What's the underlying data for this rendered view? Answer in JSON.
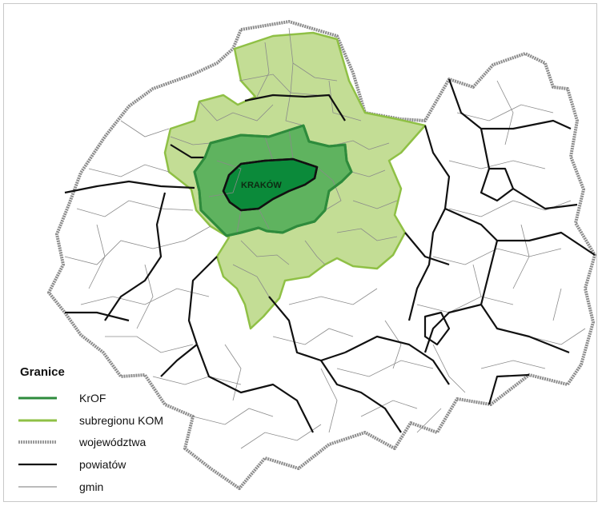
{
  "map": {
    "city_label": "KRAKÓW"
  },
  "legend": {
    "title": "Granice",
    "items": [
      {
        "label": "KrOF",
        "style": "krof",
        "color": "#2e8b3c"
      },
      {
        "label": "subregionu KOM",
        "style": "kom",
        "color": "#8fc045"
      },
      {
        "label": "województwa",
        "style": "voivodeship",
        "color": "#9a9a9a"
      },
      {
        "label": "powiatów",
        "style": "county",
        "color": "#111111"
      },
      {
        "label": "gmin",
        "style": "commune",
        "color": "#777777"
      }
    ]
  },
  "colors": {
    "krakow_fill": "#0b8a3a",
    "krof_fill": "#5fb35f",
    "kom_fill": "#c3dd95",
    "outside_fill": "#ffffff"
  }
}
